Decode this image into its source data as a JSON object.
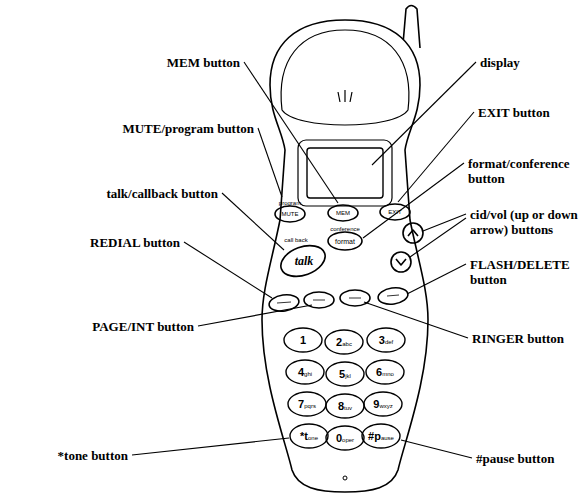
{
  "diagram": {
    "labels": [
      "MEM button",
      "display",
      "EXIT button",
      "MUTE/program button",
      "format/conference button",
      "talk/callback button",
      "cid/vol (up or down arrow) buttons",
      "REDIAL button",
      "FLASH/DELETE button",
      "PAGE/INT button",
      "RINGER button",
      "*tone button",
      "#pause button",
      "program",
      "MUTE",
      "MEM",
      "EXIT",
      "conference",
      "format",
      "call back",
      "talk",
      "1",
      "2abc",
      "3def",
      "4ghi",
      "5jkl",
      "6mno",
      "7pqrs",
      "8tuv",
      "9wxyz",
      "*tone",
      "0oper",
      "#pause"
    ]
  }
}
